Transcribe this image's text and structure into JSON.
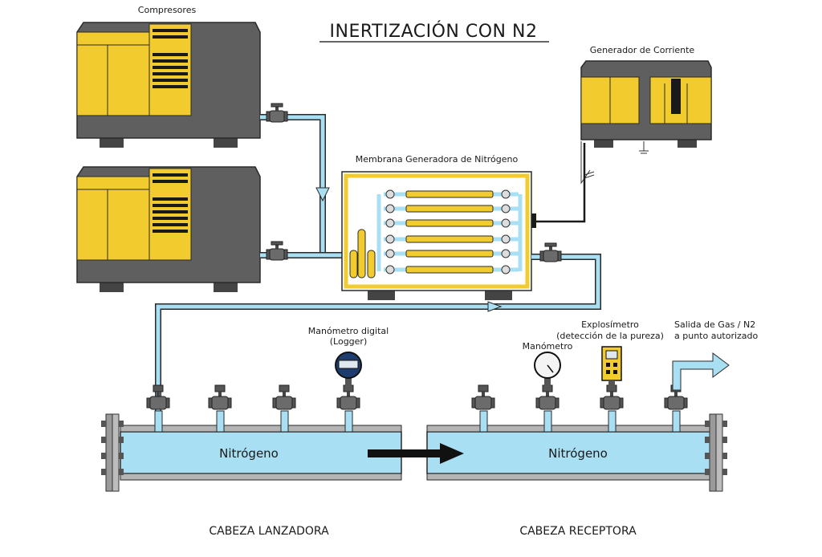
{
  "title": "INERTIZACIÓN CON N2",
  "labels": {
    "compressors": "Compresores",
    "generator": "Generador de Corriente",
    "membrane": "Membrana Generadora de Nitrógeno",
    "digital_gauge_1": "Manómetro digital",
    "digital_gauge_2": "(Logger)",
    "explosimeter_1": "Explosímetro",
    "explosimeter_2": "(detección de la pureza)",
    "manometer": "Manómetro",
    "outlet_1": "Salida de Gas / N2",
    "outlet_2": "a punto autorizado",
    "nitrogen_left": "Nitrógeno",
    "nitrogen_right": "Nitrógeno",
    "launcher": "CABEZA LANZADORA",
    "receiver": "CABEZA RECEPTORA"
  },
  "colors": {
    "equipment_yellow": "#f2cc2f",
    "equipment_gray": "#5f5f5f",
    "nitrogen_blue": "#a8dff2",
    "outline": "#2a2a2a"
  }
}
